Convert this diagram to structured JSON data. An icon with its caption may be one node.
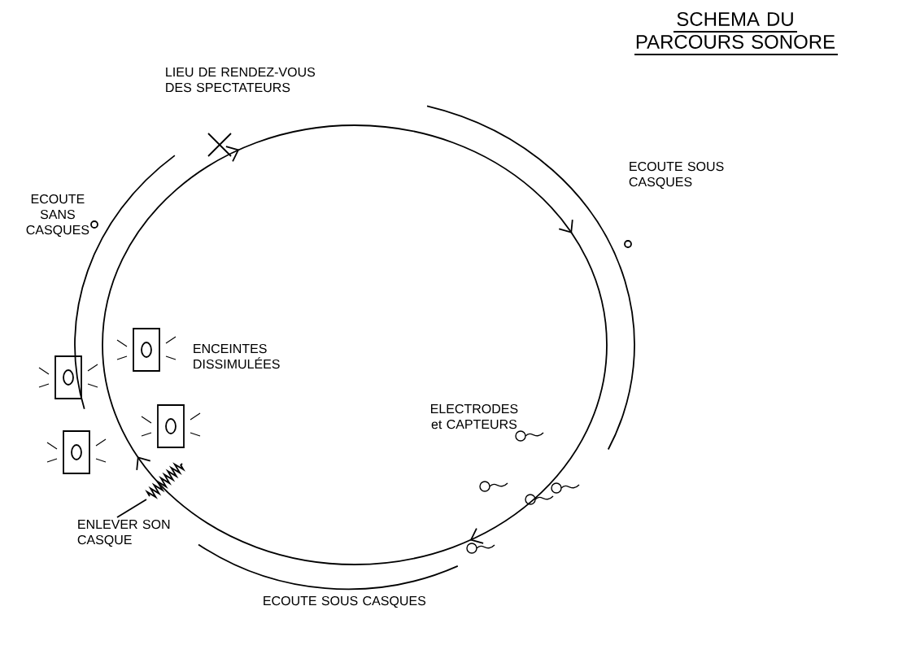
{
  "diagram": {
    "title": "SCHEMA DU PARCOURS SONORE",
    "labels": [
      "LIEU DE RENDEZ-VOUS DES SPECTATEURS",
      "ECOUTE SOUS CASQUES",
      "ECOUTE SANS CASQUES",
      "ENCEINTES DISSIMULÉES",
      "ELECTRODES et CAPTEURS",
      "ENLEVER SON CASQUE",
      "ECOUTE SOUS CASQUES"
    ]
  }
}
